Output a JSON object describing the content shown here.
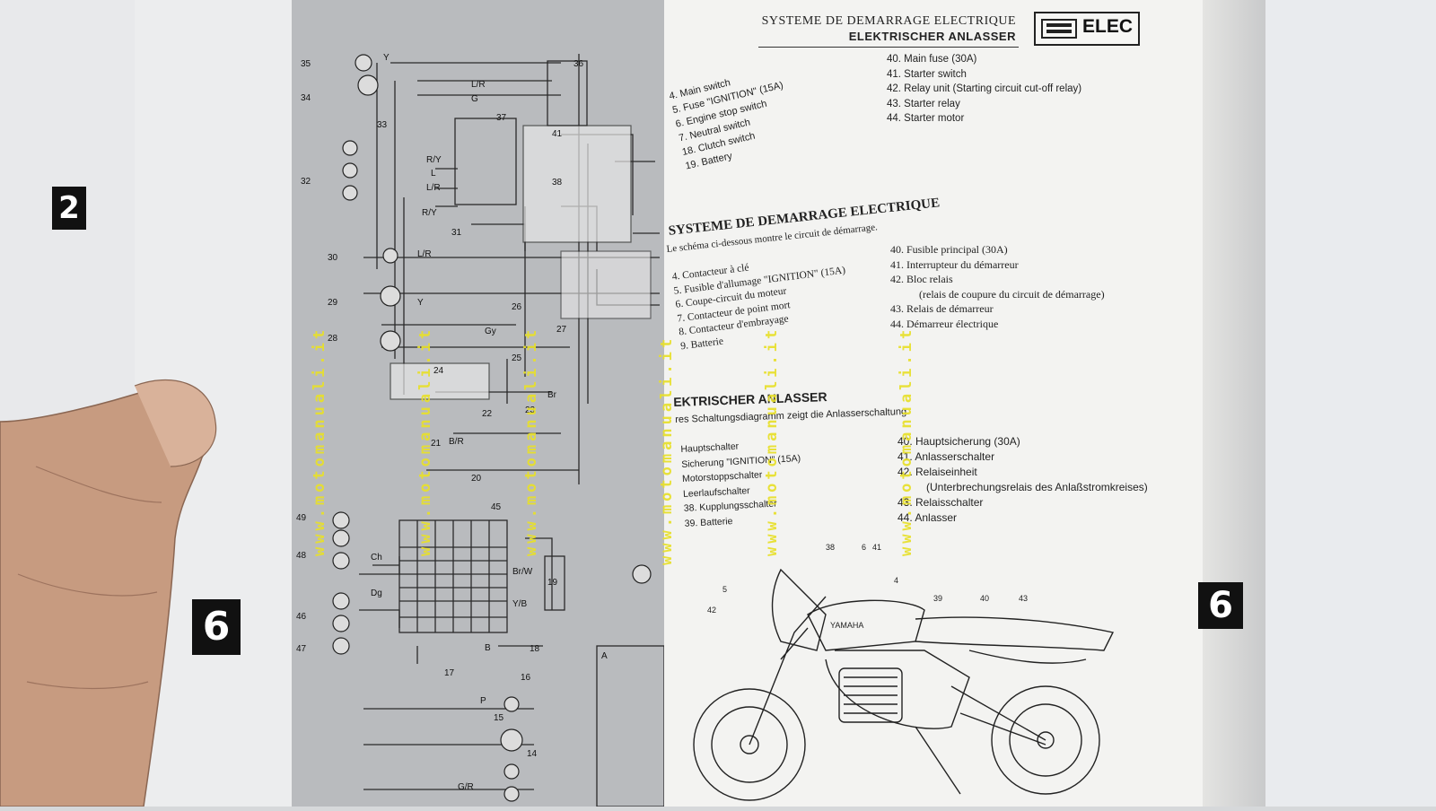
{
  "tabs": {
    "left_prev": "2",
    "left": "6",
    "right": "6"
  },
  "header": {
    "title_fr": "SYSTEME DE DEMARRAGE ELECTRIQUE",
    "title_de": "ELEKTRISCHER ANLASSER",
    "badge": "ELEC"
  },
  "english_left": [
    "4. Main switch",
    "5. Fuse \"IGNITION\" (15A)",
    "6. Engine stop switch",
    "7. Neutral switch",
    "18. Clutch switch",
    "19. Battery"
  ],
  "english_right": [
    "40.  Main fuse (30A)",
    "41.  Starter switch",
    "42.  Relay unit (Starting circuit cut-off relay)",
    "43.  Starter relay",
    "44.  Starter motor"
  ],
  "french": {
    "title": "SYSTEME DE DEMARRAGE ELECTRIQUE",
    "intro": "Le schéma ci-dessous montre le circuit de démarrage.",
    "left": [
      "4. Contacteur à clé",
      "5. Fusible d'allumage \"IGNITION\" (15A)",
      "6. Coupe-circuit du moteur",
      "7. Contacteur de point mort",
      "8. Contacteur d'embrayage",
      "9. Batterie"
    ],
    "right": [
      "40.  Fusible principal (30A)",
      "41.  Interrupteur du démarreur",
      "42.  Bloc relais",
      "(relais de coupure du circuit de démarrage)",
      "43.  Relais de démarreur",
      "44.  Démarreur électrique"
    ]
  },
  "german": {
    "title": "EKTRISCHER ANLASSER",
    "intro": "res Schaltungsdiagramm zeigt die Anlasserschaltung.",
    "left": [
      "Hauptschalter",
      "Sicherung \"IGNITION\" (15A)",
      "Motorstoppschalter",
      "Leerlaufschalter",
      "38. Kupplungsschalter",
      "39. Batterie"
    ],
    "right": [
      "40.  Hauptsicherung (30A)",
      "41.  Anlasserschalter",
      "42.  Relaiseinheit",
      "(Unterbrechungsrelais des Anlaßstromkreises)",
      "43.  Relaisschalter",
      "44.  Anlasser"
    ]
  },
  "watermark": "www.motomanuali.it",
  "diagram_labels": [
    "35",
    "34",
    "33",
    "32",
    "31",
    "30",
    "29",
    "28",
    "27",
    "26",
    "25",
    "24",
    "23",
    "22",
    "21",
    "20",
    "19",
    "18",
    "17",
    "16",
    "15",
    "14",
    "49",
    "48",
    "47",
    "46",
    "45",
    "37",
    "36",
    "41",
    "38",
    "Y",
    "L/R",
    "G",
    "R/Y",
    "L",
    "L/R",
    "R/Y",
    "L/R",
    "Y",
    "Gy",
    "Br",
    "B/R",
    "Ch",
    "Dg",
    "Br/W",
    "Y/B",
    "B",
    "P",
    "G/R",
    "A"
  ],
  "bike_callouts": [
    "38",
    "6",
    "41",
    "4",
    "5",
    "42",
    "39",
    "40",
    "43"
  ],
  "bike_text": "YAMAHA"
}
